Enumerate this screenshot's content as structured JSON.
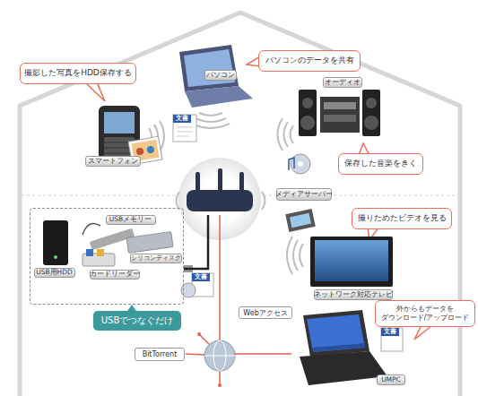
{
  "diagram": {
    "nodes": [
      {
        "text": [
          "スマートフォン"
        ]
      },
      {
        "text": [
          "撮影した写真をHDD保存する"
        ]
      },
      {
        "text": [
          "パソコン"
        ]
      },
      {
        "text": [
          "パソコンのデータを共有"
        ]
      },
      {
        "text": [
          "オーディオ"
        ]
      },
      {
        "text": [
          "保存した音楽をきく"
        ]
      },
      {
        "text": [
          "メディアサーバー"
        ]
      },
      {
        "text": [
          "撮りためたビデオを見る"
        ]
      },
      {
        "text": [
          "ネットワーク対応テレビ"
        ]
      },
      {
        "text": [
          "USBでつなぐだけ"
        ]
      },
      {
        "text": [
          "USBメモリー"
        ],
        "in": 9
      },
      {
        "text": [
          "シリコンディスク"
        ],
        "in": 9
      },
      {
        "text": [
          "USB用HDD"
        ],
        "in": 9
      },
      {
        "text": [
          "カードリーダー"
        ],
        "in": 9
      },
      {
        "text": [
          "外からもデータを ダウンロード/アップロード"
        ]
      },
      {
        "text": [
          "UMPC"
        ]
      }
    ],
    "edges": [
      {
        "from": 6,
        "to": 9,
        "arrow": "none"
      },
      {
        "from": 6,
        "to": 15,
        "label": "Webアクセス",
        "arrow": "none"
      }
    ],
    "labels": [
      "文書",
      "文書",
      "文書",
      "BitTorrent"
    ]
  }
}
